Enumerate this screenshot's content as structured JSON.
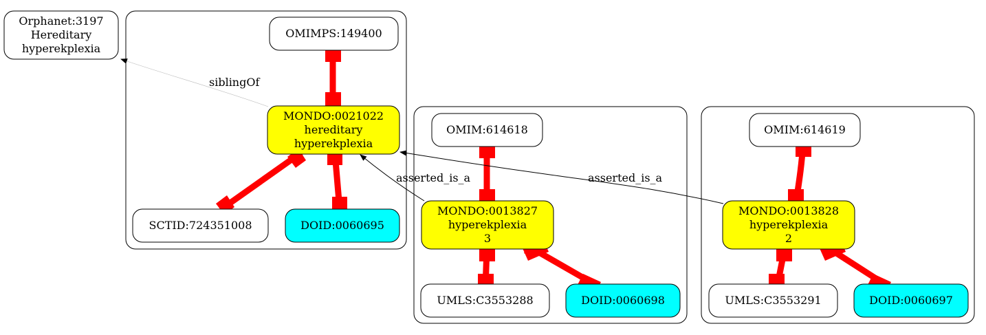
{
  "colors": {
    "equivalence_edge": "#ff0000",
    "mondo_fill": "#ffff00",
    "doid_fill": "#00ffff",
    "default_fill": "#ffffff",
    "stroke": "#000000"
  },
  "nodes": {
    "orphanet": {
      "lines": [
        "Orphanet:3197",
        "Hereditary",
        "hyperekplexia"
      ]
    },
    "omimps": {
      "lines": [
        "OMIMPS:149400"
      ]
    },
    "mondo_21022": {
      "lines": [
        "MONDO:0021022",
        "hereditary",
        "hyperekplexia"
      ]
    },
    "sctid": {
      "lines": [
        "SCTID:724351008"
      ]
    },
    "doid_60695": {
      "lines": [
        "DOID:0060695"
      ]
    },
    "omim_614618": {
      "lines": [
        "OMIM:614618"
      ]
    },
    "mondo_13827": {
      "lines": [
        "MONDO:0013827",
        "hyperekplexia",
        "3"
      ]
    },
    "umls_3553288": {
      "lines": [
        "UMLS:C3553288"
      ]
    },
    "doid_60698": {
      "lines": [
        "DOID:0060698"
      ]
    },
    "omim_614619": {
      "lines": [
        "OMIM:614619"
      ]
    },
    "mondo_13828": {
      "lines": [
        "MONDO:0013828",
        "hyperekplexia",
        "2"
      ]
    },
    "umls_3553291": {
      "lines": [
        "UMLS:C3553291"
      ]
    },
    "doid_60697": {
      "lines": [
        "DOID:0060697"
      ]
    }
  },
  "edges": {
    "sibling_of": {
      "label": "siblingOf"
    },
    "asserted_is_a_1": {
      "label": "asserted_is_a"
    },
    "asserted_is_a_2": {
      "label": "asserted_is_a"
    }
  }
}
